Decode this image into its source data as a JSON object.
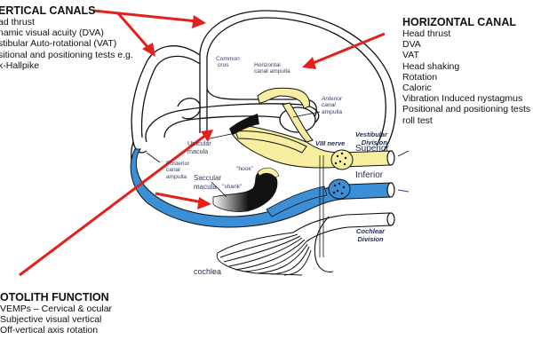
{
  "colors": {
    "arrow": "#e3201b",
    "nerve_yellow": "#f7eea0",
    "nerve_blue": "#3b8fd6",
    "outline": "#111111",
    "label_text": "#2a3566"
  },
  "vertical_canals": {
    "heading": "ERTICAL CANALS",
    "items": [
      "ad thrust",
      "namic visual acuity (DVA)",
      "stibular Auto-rotational (VAT)",
      "sitional and positioning tests e.g.",
      "k-Hallpike"
    ]
  },
  "horizontal_canal": {
    "heading": "HORIZONTAL CANAL",
    "items": [
      "Head thrust",
      "DVA",
      "VAT",
      "Head shaking",
      "Rotation",
      "Caloric",
      "Vibration Induced nystagmus",
      "Positional and positioning tests e.g.",
      "roll test"
    ]
  },
  "otolith_function": {
    "heading": "OTOLITH FUNCTION",
    "items": [
      "VEMPs – Cervical & ocular",
      "Subjective visual vertical",
      "Off-vertical axis rotation"
    ]
  },
  "anatomy_labels": {
    "common_crus": [
      "Common",
      "crus"
    ],
    "horizontal_canal_ampulla": [
      "Horizontal",
      "canal ampulla"
    ],
    "anterior_canal_ampulla": [
      "Anterior",
      "canal",
      "ampulla"
    ],
    "utricular_macula": [
      "Utricular",
      "macula"
    ],
    "posterior_canal_ampulla": [
      "Posterior",
      "canal",
      "ampulla"
    ],
    "saccular_macula": [
      "Saccular",
      "macula"
    ],
    "hook": "\"hook\"",
    "shank": "\"shank\"",
    "viii_nerve": "VIII nerve",
    "vestibular_division": [
      "Vestibular",
      "Division"
    ],
    "superior": "Superior",
    "inferior": "Inferior",
    "cochlear_division": [
      "Cochlear",
      "Division"
    ],
    "cochlea": "cochlea"
  }
}
